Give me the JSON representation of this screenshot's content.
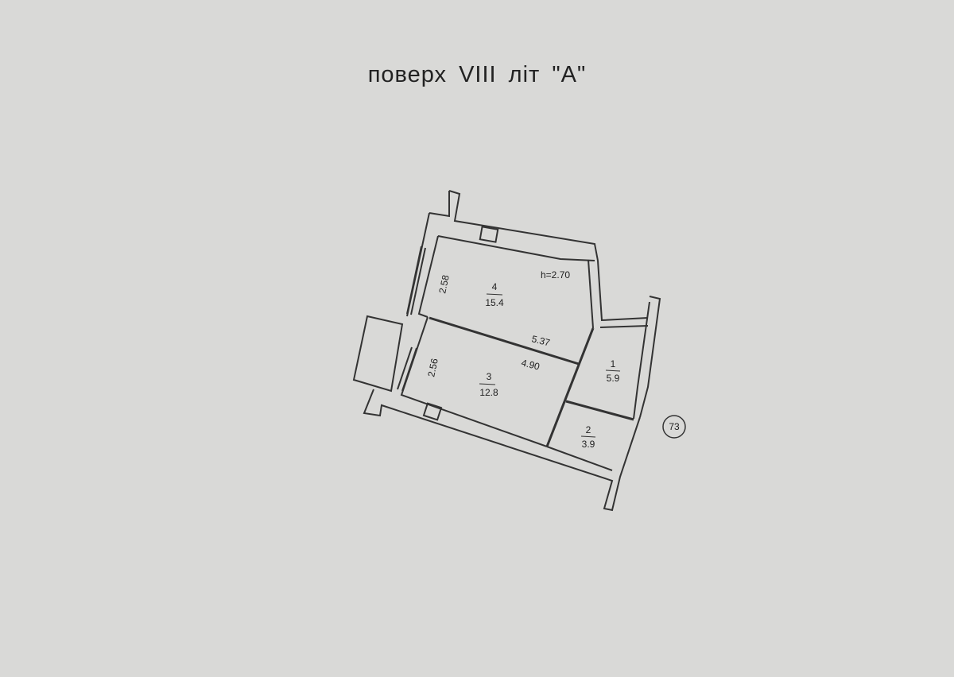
{
  "title": "поверх VIII літ \"А\"",
  "plan": {
    "ceiling_height": "h=2.70",
    "apartment_number": "73",
    "rooms": [
      {
        "number": "1",
        "area": "5.9"
      },
      {
        "number": "2",
        "area": "3.9"
      },
      {
        "number": "3",
        "area": "12.8"
      },
      {
        "number": "4",
        "area": "15.4"
      }
    ],
    "dimensions": [
      "2.58",
      "2.56",
      "5.37",
      "4.90"
    ]
  }
}
